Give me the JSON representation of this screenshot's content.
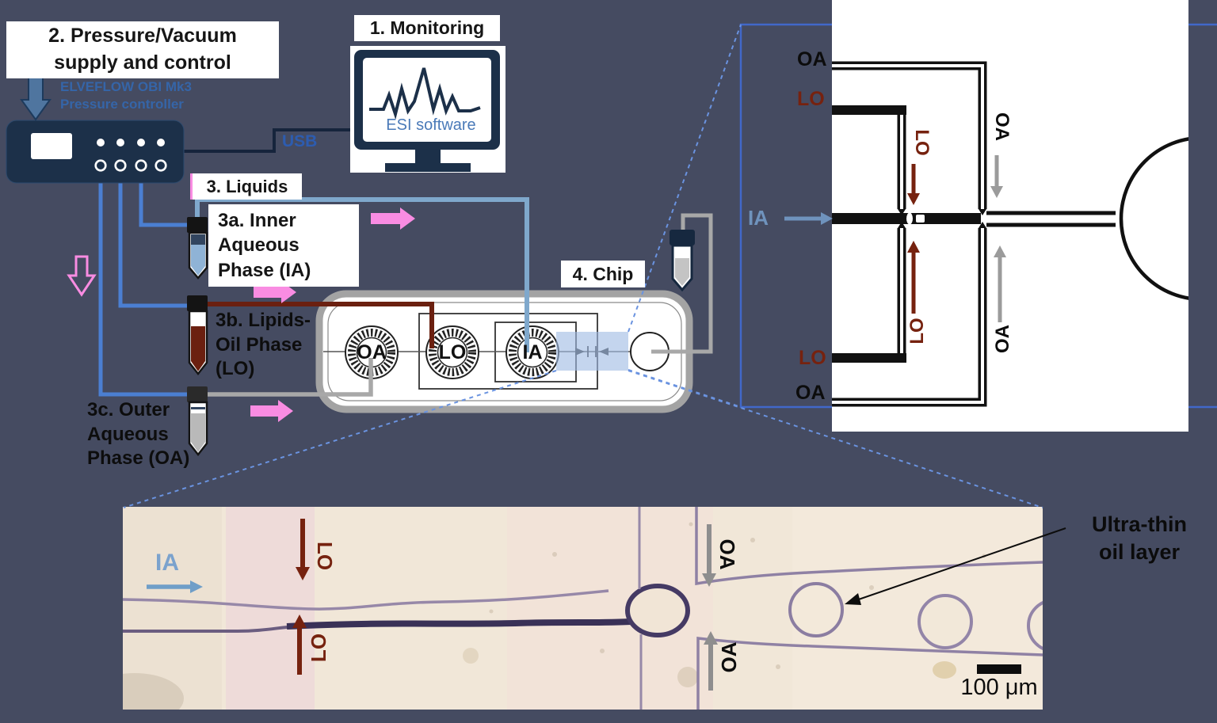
{
  "colors": {
    "background": "#454b61",
    "device_navy": "#1c3049",
    "supply_blue": "#4b7fd2",
    "ia_blue": "#7fa8cc",
    "lo_red": "#6b2010",
    "oa_gray": "#a8a8a8",
    "pink_arrow": "#f98ce2",
    "highlight_blue": "#9fbce4",
    "zoom_border_blue": "#4168c9",
    "micrograph_bg": "#f1e7d8"
  },
  "monitor": {
    "title": "1. Monitoring",
    "software": "ESI software"
  },
  "pressure": {
    "title": "2. Pressure/Vacuum\nsupply and control",
    "device": "ELVEFLOW OBI Mk3\nPressure controller",
    "usb": "USB"
  },
  "liquids": {
    "title": "3. Liquids",
    "ia": "3a. Inner\nAqueous\nPhase (IA)",
    "lo": "3b. Lipids-\nOil Phase\n(LO)",
    "oa": "3c. Outer\nAqueous\nPhase (OA)"
  },
  "chip": {
    "title": "4. Chip",
    "res_oa": "OA",
    "res_lo": "LO",
    "res_ia": "IA"
  },
  "schematic": {
    "oa_in_top": "OA",
    "lo_in_top": "LO",
    "ia_in": "IA",
    "lo_in_bottom": "LO",
    "oa_in_bottom": "OA",
    "lo_flow_top": "LO",
    "oa_flow_top": "OA",
    "lo_flow_bottom": "LO",
    "oa_flow_bottom": "OA"
  },
  "micrograph": {
    "ia": "IA",
    "lo_top": "LO",
    "lo_bottom": "LO",
    "oa_top": "OA",
    "oa_bottom": "OA",
    "annotation": "Ultra-thin\noil layer",
    "scale": "100 μm"
  }
}
